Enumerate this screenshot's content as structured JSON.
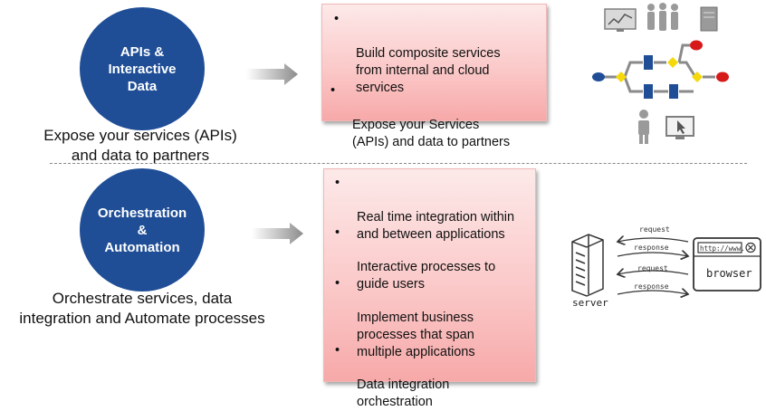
{
  "top": {
    "circle_lines": "APIs &\nInteractive\nData",
    "caption": "Expose your services (APIs)\nand data to partners",
    "bullets": [
      "Build composite services\nfrom internal and cloud\nservices",
      "Expose your Services\n(APIs) and data to partners"
    ]
  },
  "bottom": {
    "circle_lines": "Orchestration\n&\nAutomation",
    "caption": "Orchestrate services, data\nintegration and Automate processes",
    "bullets": [
      "Real time integration within\nand between applications",
      "Interactive processes to\nguide users",
      "Implement business\nprocesses that span\nmultiple applications",
      "Data integration\norchestration"
    ]
  },
  "bullet_char": "•",
  "client_server": {
    "server_label": "server",
    "browser_label": "browser",
    "address_text": "http://www.",
    "messages": [
      "request",
      "response",
      "request",
      "response"
    ]
  },
  "colors": {
    "circle": "#1f4e96",
    "box_top": "#fde9e9",
    "box_bottom": "#f7a9a9",
    "flow_node": "#1f4e96",
    "flow_diamond": "#f5d90a",
    "flow_end": "#d61a1a"
  }
}
